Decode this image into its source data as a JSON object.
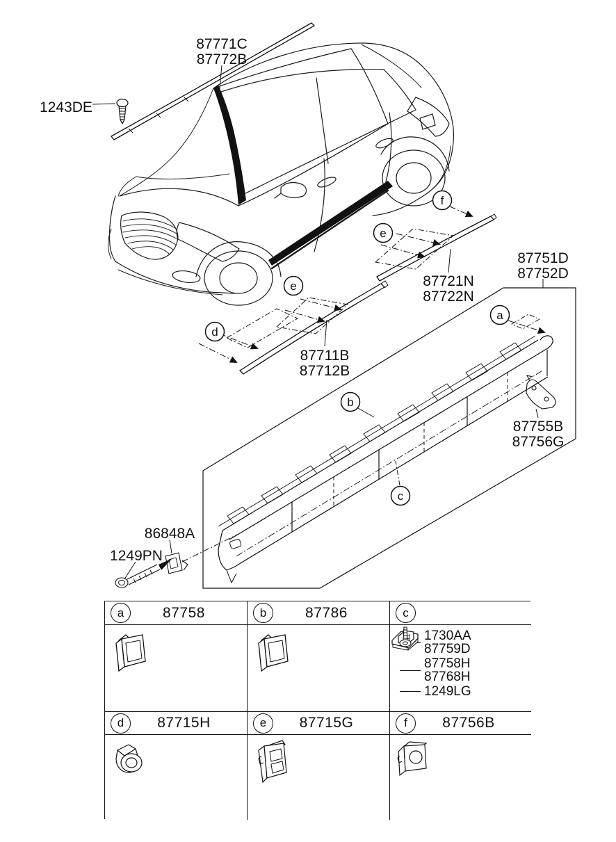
{
  "diagram": {
    "callouts": {
      "a": "a",
      "b": "b",
      "c": "c",
      "d": "d",
      "e": "e",
      "f": "f"
    },
    "labels": {
      "roof_molding_1": "87771C",
      "roof_molding_2": "87772B",
      "roof_screw": "1243DE",
      "rear_door_molding_1": "87721N",
      "rear_door_molding_2": "87722N",
      "side_sill_1": "87751D",
      "side_sill_2": "87752D",
      "front_door_molding_1": "87711B",
      "front_door_molding_2": "87712B",
      "sill_end_bracket_1": "87755B",
      "sill_end_bracket_2": "87756G",
      "sill_clip": "86848A",
      "sill_screw": "1249PN"
    }
  },
  "table": {
    "cell_a": {
      "letter": "a",
      "part": "87758"
    },
    "cell_b": {
      "letter": "b",
      "part": "87786"
    },
    "cell_c": {
      "letter": "c",
      "items": {
        "i1a": "1730AA",
        "i1b": "87759D",
        "i2a": "87758H",
        "i2b": "87768H",
        "i3": "1249LG"
      }
    },
    "cell_d": {
      "letter": "d",
      "part": "87715H"
    },
    "cell_e": {
      "letter": "e",
      "part": "87715G"
    },
    "cell_f": {
      "letter": "f",
      "part": "87756B"
    }
  }
}
